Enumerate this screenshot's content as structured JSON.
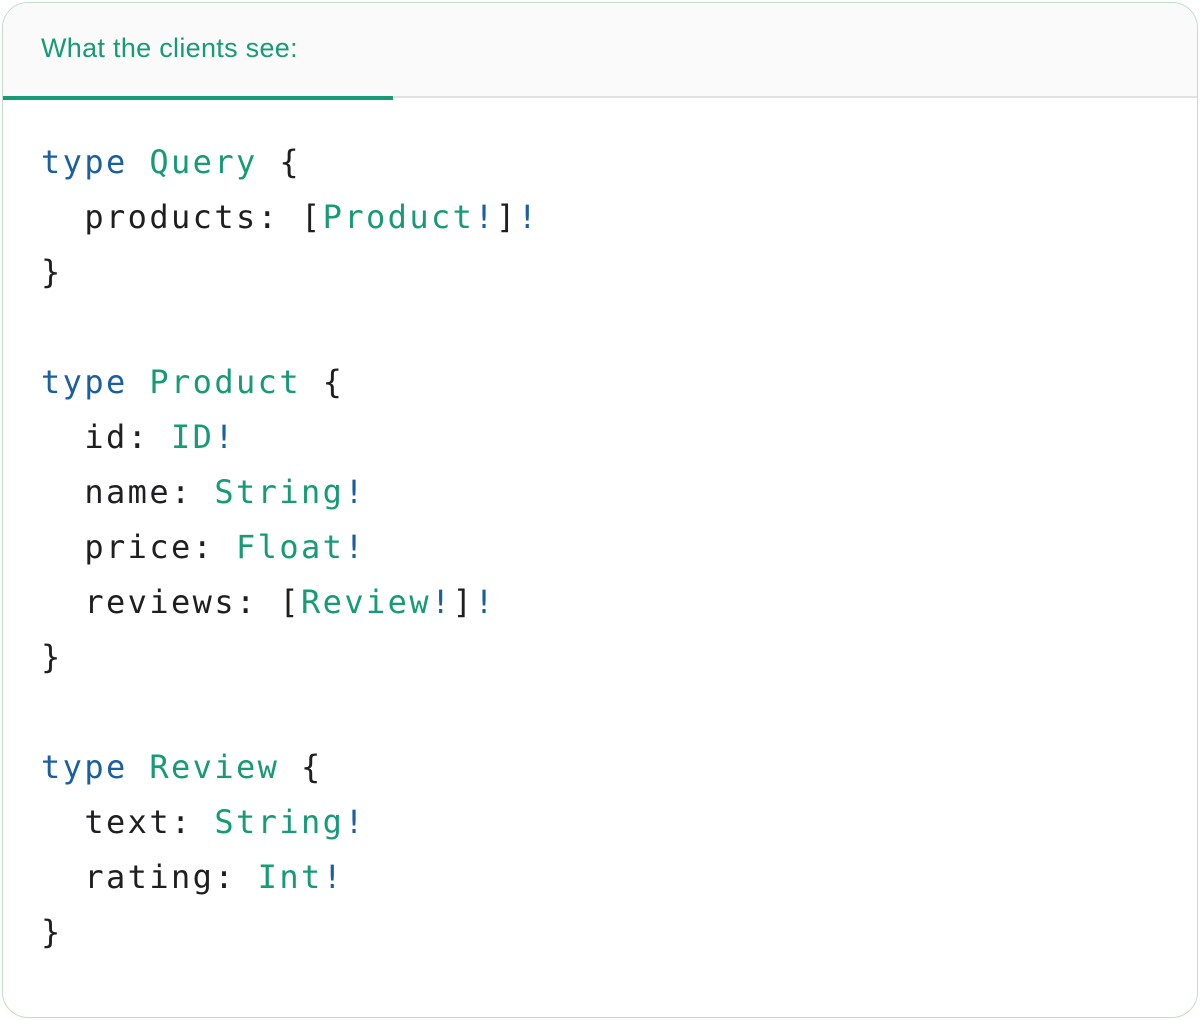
{
  "panel": {
    "tab_label": "What the clients see:"
  },
  "colors": {
    "accent": "#169B76",
    "keyword": "#1A5F9E",
    "codetext": "#1F1F21",
    "headerbg": "#FAFAFA",
    "divider": "#E2E2E2",
    "cardborder": "#BFDFC9",
    "cardbg": "#FFFFFF",
    "pagebg": "#FFFFFF"
  },
  "code": {
    "lines": [
      {
        "tokens": [
          {
            "role": "keyword",
            "t": "type"
          },
          {
            "role": "plain",
            "t": " "
          },
          {
            "role": "type-name",
            "t": "Query"
          },
          {
            "role": "plain",
            "t": " {"
          }
        ]
      },
      {
        "tokens": [
          {
            "role": "plain",
            "t": "  products: ["
          },
          {
            "role": "type-name",
            "t": "Product"
          },
          {
            "role": "bang",
            "t": "!"
          },
          {
            "role": "plain",
            "t": "]"
          },
          {
            "role": "bang",
            "t": "!"
          }
        ]
      },
      {
        "tokens": [
          {
            "role": "plain",
            "t": "}"
          }
        ]
      },
      {
        "tokens": []
      },
      {
        "tokens": [
          {
            "role": "keyword",
            "t": "type"
          },
          {
            "role": "plain",
            "t": " "
          },
          {
            "role": "type-name",
            "t": "Product"
          },
          {
            "role": "plain",
            "t": " {"
          }
        ]
      },
      {
        "tokens": [
          {
            "role": "plain",
            "t": "  id: "
          },
          {
            "role": "type-name",
            "t": "ID"
          },
          {
            "role": "bang",
            "t": "!"
          }
        ]
      },
      {
        "tokens": [
          {
            "role": "plain",
            "t": "  name: "
          },
          {
            "role": "type-name",
            "t": "String"
          },
          {
            "role": "bang",
            "t": "!"
          }
        ]
      },
      {
        "tokens": [
          {
            "role": "plain",
            "t": "  price: "
          },
          {
            "role": "type-name",
            "t": "Float"
          },
          {
            "role": "bang",
            "t": "!"
          }
        ]
      },
      {
        "tokens": [
          {
            "role": "plain",
            "t": "  reviews: ["
          },
          {
            "role": "type-name",
            "t": "Review"
          },
          {
            "role": "bang",
            "t": "!"
          },
          {
            "role": "plain",
            "t": "]"
          },
          {
            "role": "bang",
            "t": "!"
          }
        ]
      },
      {
        "tokens": [
          {
            "role": "plain",
            "t": "}"
          }
        ]
      },
      {
        "tokens": []
      },
      {
        "tokens": [
          {
            "role": "keyword",
            "t": "type"
          },
          {
            "role": "plain",
            "t": " "
          },
          {
            "role": "type-name",
            "t": "Review"
          },
          {
            "role": "plain",
            "t": " {"
          }
        ]
      },
      {
        "tokens": [
          {
            "role": "plain",
            "t": "  text: "
          },
          {
            "role": "type-name",
            "t": "String"
          },
          {
            "role": "bang",
            "t": "!"
          }
        ]
      },
      {
        "tokens": [
          {
            "role": "plain",
            "t": "  rating: "
          },
          {
            "role": "type-name",
            "t": "Int"
          },
          {
            "role": "bang",
            "t": "!"
          }
        ]
      },
      {
        "tokens": [
          {
            "role": "plain",
            "t": "}"
          }
        ]
      }
    ]
  }
}
